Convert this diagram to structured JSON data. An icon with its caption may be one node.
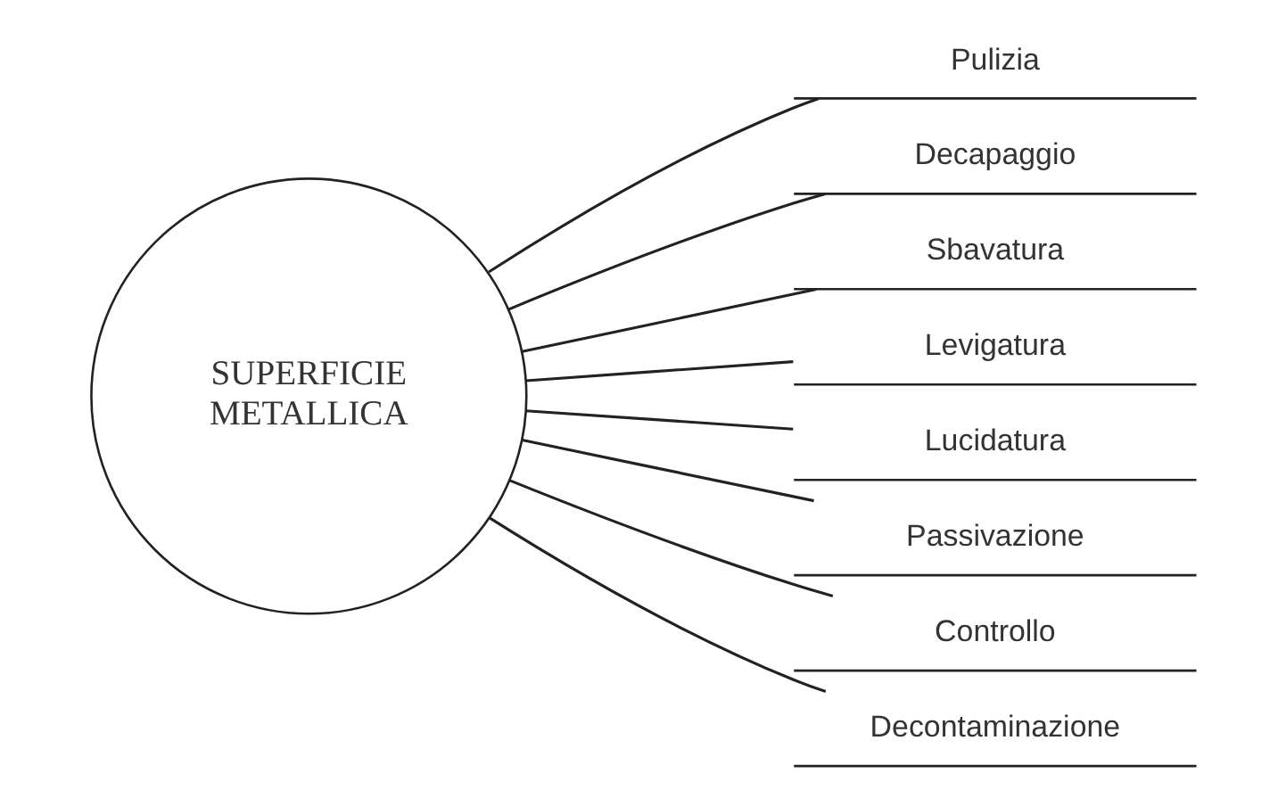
{
  "diagram": {
    "nodes": [
      {
        "text": [
          "SUPERFICIE METALLICA"
        ]
      },
      {
        "text": [
          "Pulizia"
        ]
      },
      {
        "text": [
          "Decapaggio"
        ]
      },
      {
        "text": [
          "Sbavatura"
        ]
      },
      {
        "text": [
          "Levigatura"
        ]
      },
      {
        "text": [
          "Lucidatura"
        ]
      },
      {
        "text": [
          "Passivazione"
        ]
      },
      {
        "text": [
          "Controllo"
        ]
      },
      {
        "text": [
          "Decontaminazione"
        ]
      }
    ],
    "edges": [
      {
        "from": 0,
        "to": 1,
        "arrow": "none"
      },
      {
        "from": 0,
        "to": 2,
        "arrow": "none"
      },
      {
        "from": 0,
        "to": 3,
        "arrow": "none"
      },
      {
        "from": 0,
        "to": 4,
        "arrow": "none"
      },
      {
        "from": 0,
        "to": 5,
        "arrow": "none"
      },
      {
        "from": 0,
        "to": 6,
        "arrow": "none"
      },
      {
        "from": 0,
        "to": 7,
        "arrow": "none"
      },
      {
        "from": 0,
        "to": 8,
        "arrow": "none"
      }
    ]
  }
}
